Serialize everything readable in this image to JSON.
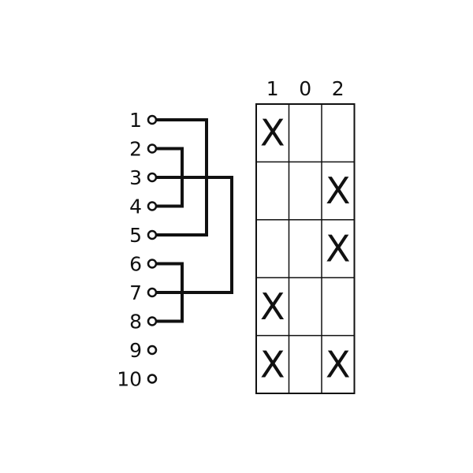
{
  "diagram": {
    "position_labels": [
      "1",
      "0",
      "2"
    ],
    "terminals": [
      "1",
      "2",
      "3",
      "4",
      "5",
      "6",
      "7",
      "8",
      "9",
      "10"
    ],
    "contact_rows": [
      [
        "X",
        "",
        ""
      ],
      [
        "",
        "",
        "X"
      ],
      [
        "",
        "",
        "X"
      ],
      [
        "X",
        "",
        ""
      ],
      [
        "X",
        "",
        "X"
      ]
    ],
    "connections": [
      {
        "from": "1",
        "to": "5"
      },
      {
        "from": "2",
        "to": "4"
      },
      {
        "from": "3",
        "to": "7"
      },
      {
        "from": "6",
        "to": "8"
      }
    ],
    "colors": {
      "line": "#111111",
      "background": "#ffffff"
    }
  }
}
